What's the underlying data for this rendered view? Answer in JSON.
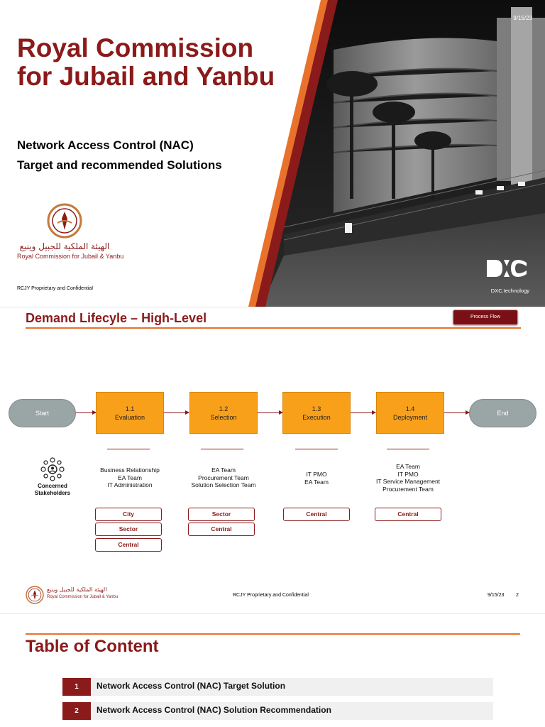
{
  "cover": {
    "title": "Royal Commission for Jubail and Yanbu",
    "subtitle_line1": "Network Access Control (NAC)",
    "subtitle_line2": "Target and recommended Solutions",
    "logo_arabic": "الهيئة الملكية للجبيل وينبع",
    "logo_english": "Royal Commission for Jubail & Yanbu",
    "confidential": "RCJY Proprietary and Confidential",
    "date": "9/15/23",
    "brand_text": "DXC.technology",
    "colors": {
      "brand_red": "#8b1a1a",
      "accent_orange": "#e8722c"
    }
  },
  "lifecycle": {
    "title": "Demand Lifecyle – High-Level",
    "process_flow_button": "Process Flow",
    "start_label": "Start",
    "end_label": "End",
    "stakeholders_label": "Concerned Stakeholders",
    "stages": [
      {
        "number": "1.1",
        "name": "Evaluation",
        "teams": [
          "Business Relationship",
          "EA Team",
          "IT Administration"
        ],
        "tags": [
          "City",
          "Sector",
          "Central"
        ]
      },
      {
        "number": "1.2",
        "name": "Selection",
        "teams": [
          "EA Team",
          "Procurement Team",
          "Solution Selection Team"
        ],
        "tags": [
          "Sector",
          "Central"
        ]
      },
      {
        "number": "1.3",
        "name": "Execution",
        "teams": [
          "IT PMO",
          "EA Team"
        ],
        "tags": [
          "Central"
        ]
      },
      {
        "number": "1.4",
        "name": "Deployment",
        "teams": [
          "EA Team",
          "IT PMO",
          "IT Service Management",
          "Procurement Team"
        ],
        "tags": [
          "Central"
        ]
      }
    ],
    "footer": {
      "logo_arabic": "الهيئة الملكية للجبيل وينبع",
      "logo_english": "Royal Commission for Jubail & Yanbu",
      "confidential": "RCJY Proprietary and Confidential",
      "date": "9/15/23",
      "page": "2"
    },
    "colors": {
      "stage_fill": "#f9a01b",
      "terminal_fill": "#9aa5a5"
    }
  },
  "toc": {
    "title": "Table of Content",
    "items": [
      {
        "number": "1",
        "label": "Network Access Control (NAC) Target Solution"
      },
      {
        "number": "2",
        "label": "Network Access Control (NAC) Solution Recommendation"
      }
    ]
  }
}
